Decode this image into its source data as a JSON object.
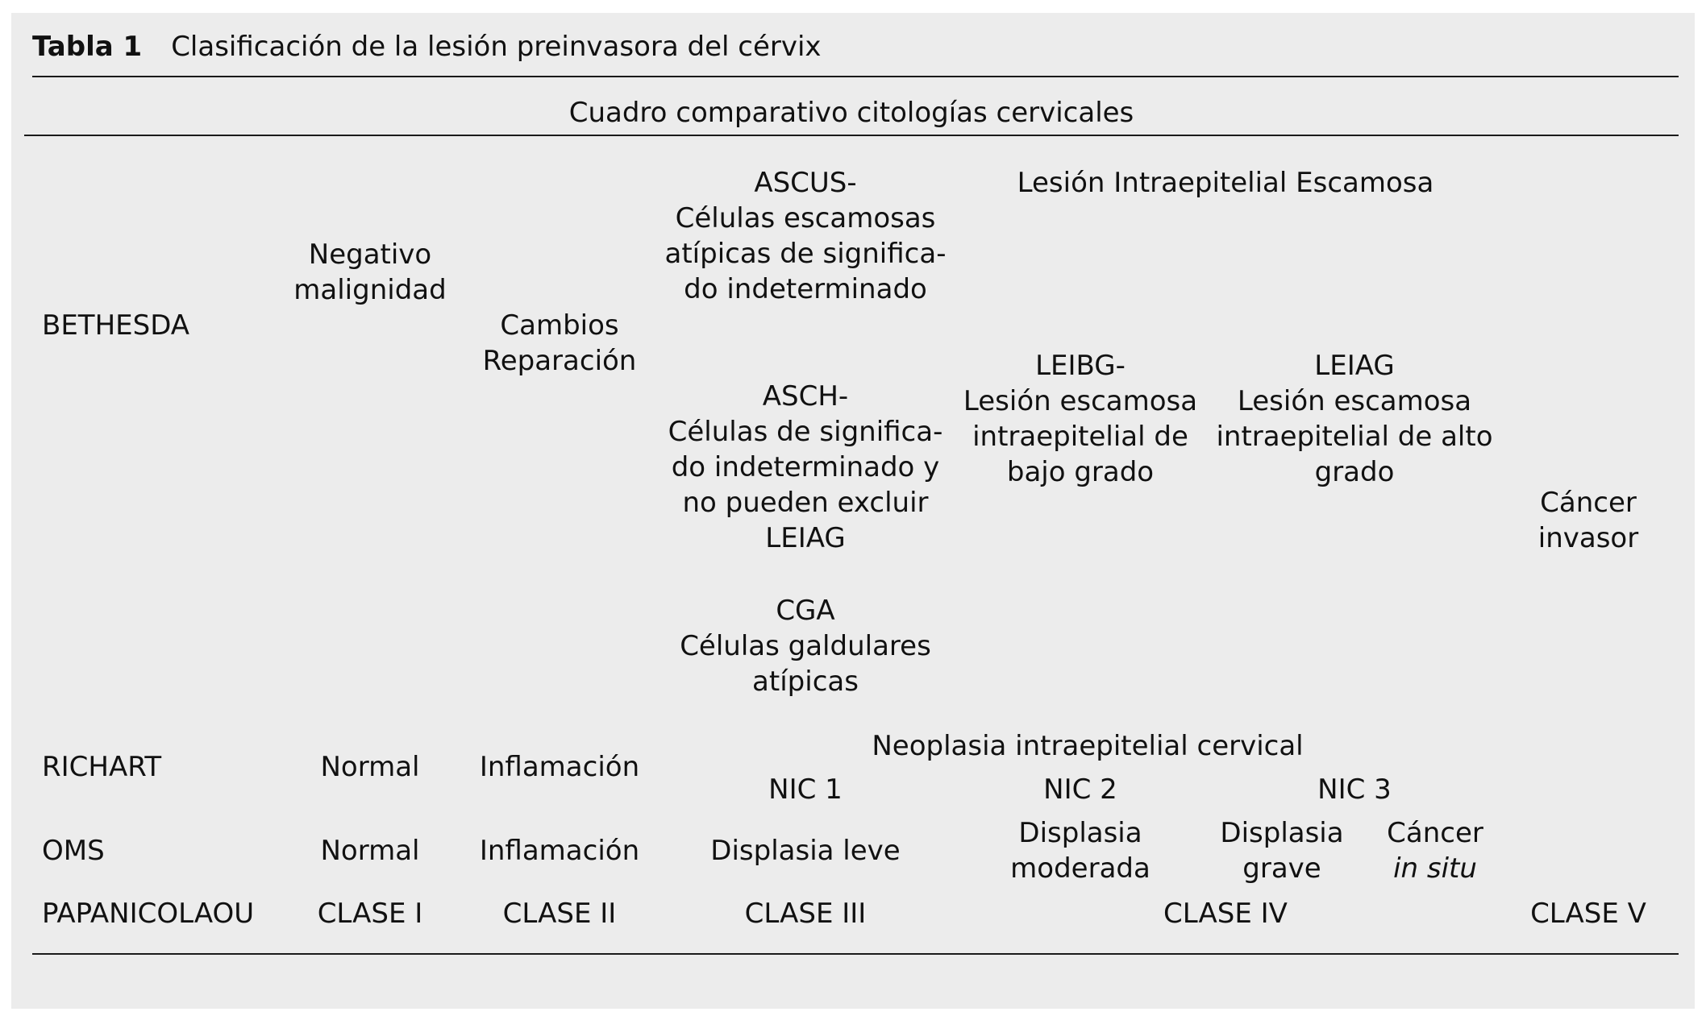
{
  "table": {
    "label": "Tabla 1",
    "title": "Clasificación de la lesión preinvasora del cérvix",
    "subtitle": "Cuadro comparativo citologías cervicales"
  },
  "rows": {
    "bethesda": {
      "label": "BETHESDA",
      "negativo": "Negativo\nmalignidad",
      "cambios": "Cambios\nReparación",
      "ascus": "ASCUS-\nCélulas escamosas\natípicas de significa-\ndo indeterminado",
      "lesion_header": "Lesión Intraepitelial Escamosa",
      "asch": "ASCH-\nCélulas de significa-\ndo indeterminado y\nno pueden excluir\nLEIAG",
      "leibg": "LEIBG-\nLesión escamosa\nintraepitelial de\nbajo grado",
      "leiag": "LEIAG\nLesión escamosa\nintraepitelial de alto\ngrado",
      "cancer_invasor": "Cáncer\ninvasor",
      "cga": "CGA\nCélulas galdulares\natípicas"
    },
    "richart": {
      "label": "RICHART",
      "normal": "Normal",
      "inflamacion": "Inflamación",
      "neoplasia_header": "Neoplasia intraepitelial cervical",
      "nic1": "NIC 1",
      "nic2": "NIC 2",
      "nic3": "NIC 3"
    },
    "oms": {
      "label": "OMS",
      "normal": "Normal",
      "inflamacion": "Inflamación",
      "leve": "Displasia leve",
      "moderada": "Displasia\nmoderada",
      "grave": "Displasia\ngrave",
      "cancer_label": "Cáncer",
      "cancer_insitu": "in situ"
    },
    "papanicolaou": {
      "label": "PAPANICOLAOU",
      "clase1": "CLASE I",
      "clase2": "CLASE II",
      "clase3": "CLASE III",
      "clase4": "CLASE IV",
      "clase5": "CLASE V"
    }
  }
}
